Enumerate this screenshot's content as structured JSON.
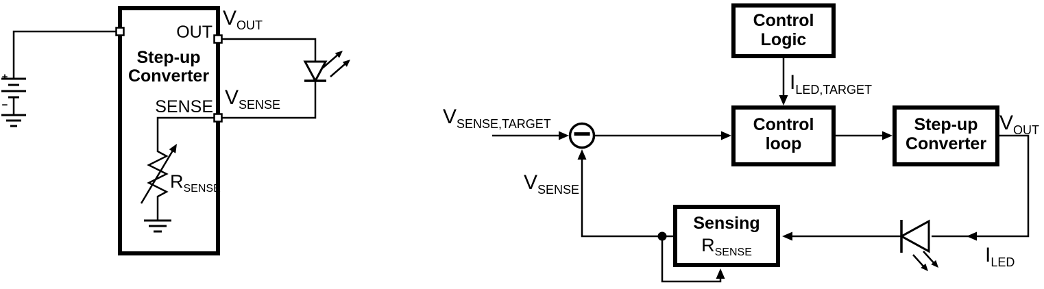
{
  "colors": {
    "line": "#000000",
    "background": "#ffffff"
  },
  "left_diagram": {
    "battery": {
      "plus_label": "+",
      "minus_label": "−"
    },
    "converter_box": {
      "line1": "Step-up",
      "line2": "Converter"
    },
    "out_pin_label": "OUT",
    "sense_pin_label": "SENSE",
    "v_out": {
      "base": "V",
      "sub": "OUT"
    },
    "v_sense": {
      "base": "V",
      "sub": "SENSE"
    },
    "r_sense": {
      "base": "R",
      "sub": "SENSE"
    }
  },
  "right_diagram": {
    "control_logic_box": {
      "line1": "Control",
      "line2": "Logic"
    },
    "control_loop_box": {
      "line1": "Control",
      "line2": "loop"
    },
    "stepup_box": {
      "line1": "Step-up",
      "line2": "Converter"
    },
    "sensing_box": {
      "line1": "Sensing",
      "r_base": "R",
      "r_sub": "SENSE"
    },
    "summing_junction_sign": "−",
    "i_led_target": {
      "base": "I",
      "sub": "LED,TARGET"
    },
    "v_sense_target": {
      "base": "V",
      "sub": "SENSE,TARGET"
    },
    "v_sense": {
      "base": "V",
      "sub": "SENSE"
    },
    "v_out": {
      "base": "V",
      "sub": "OUT"
    },
    "i_led": {
      "base": "I",
      "sub": "LED"
    }
  }
}
